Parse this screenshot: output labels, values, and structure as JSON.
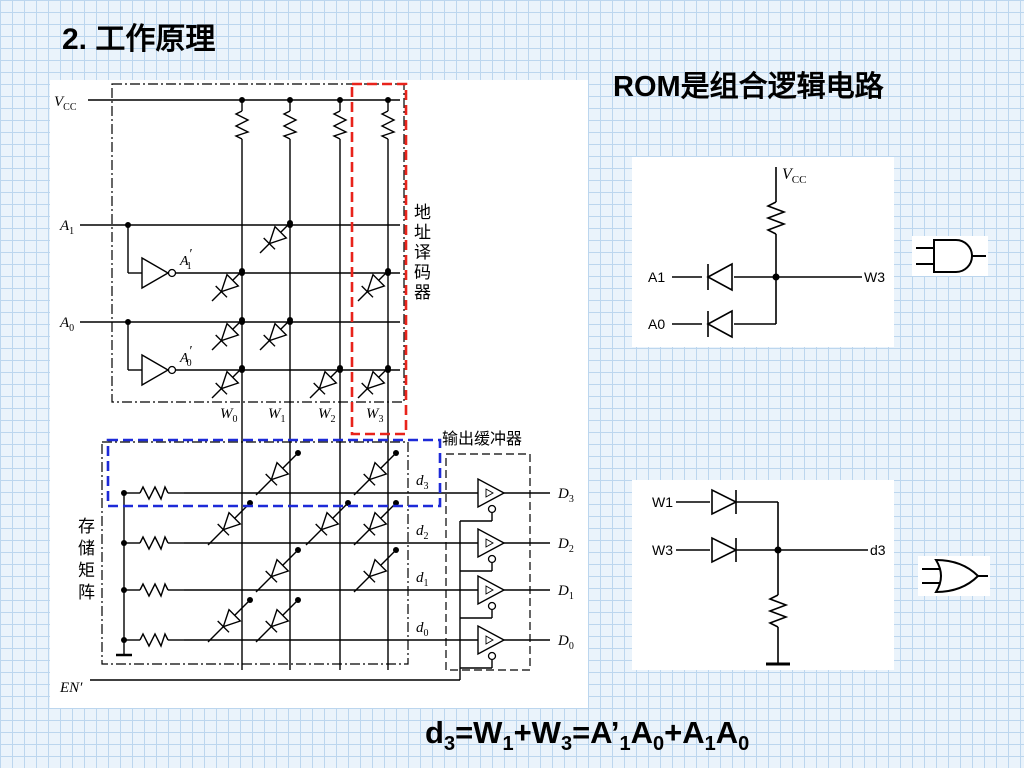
{
  "slide": {
    "heading": "2.  工作原理",
    "subtitle": "ROM是组合逻辑电路",
    "formula": {
      "lhs": "d",
      "lhs_sub": "3",
      "eq1": "=W",
      "t1_sub": "1",
      "plus1": "+W",
      "t2_sub": "3",
      "eq2": "=A’",
      "t3_sub": "1",
      "a0a": "A",
      "t4_sub": "0",
      "plus2": "+A",
      "t5_sub": "1",
      "a0b": "A",
      "t6_sub": "0"
    }
  },
  "main_diagram": {
    "vcc": "V",
    "vcc_sub": "CC",
    "inputs": [
      {
        "name": "A",
        "sub": "1"
      },
      {
        "name": "A",
        "sub": "0"
      }
    ],
    "inverted": [
      {
        "name": "A",
        "sub": "1",
        "prime": "′"
      },
      {
        "name": "A",
        "sub": "0",
        "prime": "′"
      }
    ],
    "word_lines": [
      {
        "name": "W",
        "sub": "0"
      },
      {
        "name": "W",
        "sub": "1"
      },
      {
        "name": "W",
        "sub": "2"
      },
      {
        "name": "W",
        "sub": "3"
      }
    ],
    "data_lines": [
      {
        "name": "d",
        "sub": "3"
      },
      {
        "name": "d",
        "sub": "2"
      },
      {
        "name": "d",
        "sub": "1"
      },
      {
        "name": "d",
        "sub": "0"
      }
    ],
    "outputs": [
      {
        "name": "D",
        "sub": "3"
      },
      {
        "name": "D",
        "sub": "2"
      },
      {
        "name": "D",
        "sub": "1"
      },
      {
        "name": "D",
        "sub": "0"
      }
    ],
    "enable": "EN′",
    "decoder_label": "地址译码器",
    "buffer_label": "输出缓冲器",
    "matrix_label": "存储矩阵",
    "decoder_diodes": [
      [
        0,
        1
      ],
      [
        1,
        0
      ],
      [
        0,
        2
      ],
      [
        2,
        3
      ],
      [
        3,
        1
      ],
      [
        0,
        3
      ],
      [
        1,
        2
      ],
      [
        3,
        3
      ]
    ],
    "memory_diodes": [
      [
        3,
        1
      ],
      [
        3,
        3
      ],
      [
        2,
        0
      ],
      [
        2,
        2
      ],
      [
        2,
        3
      ],
      [
        1,
        1
      ],
      [
        1,
        3
      ],
      [
        0,
        0
      ],
      [
        0,
        1
      ]
    ],
    "colors": {
      "red_box": "#e8231b",
      "blue_box": "#1d2ad8"
    }
  },
  "and_diagram": {
    "vcc": "V",
    "vcc_sub": "CC",
    "in1": "A1",
    "in2": "A0",
    "out": "W3"
  },
  "or_diagram": {
    "in1": "W1",
    "in2": "W3",
    "out": "d3"
  }
}
